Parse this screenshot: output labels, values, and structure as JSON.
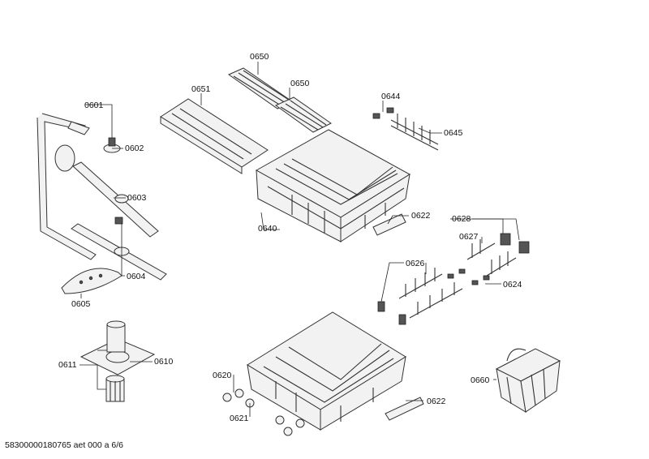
{
  "labels": {
    "p0650a": "0650",
    "p0650b": "0650",
    "p0651": "0651",
    "p0644": "0644",
    "p0645": "0645",
    "p0601": "0601",
    "p0602": "0602",
    "p0603": "0603",
    "p0604": "0604",
    "p0605": "0605",
    "p0640": "0640",
    "p0622a": "0622",
    "p0628": "0628",
    "p0627": "0627",
    "p0626": "0626",
    "p0624": "0624",
    "p0611": "0611",
    "p0610": "0610",
    "p0620": "0620",
    "p0621": "0621",
    "p0622b": "0622",
    "p0660": "0660"
  },
  "footer": "58300000180765 aet 000 a 6/6",
  "colors": {
    "line": "#222222",
    "part_fill": "#f2f2f2",
    "label": "#111111"
  }
}
